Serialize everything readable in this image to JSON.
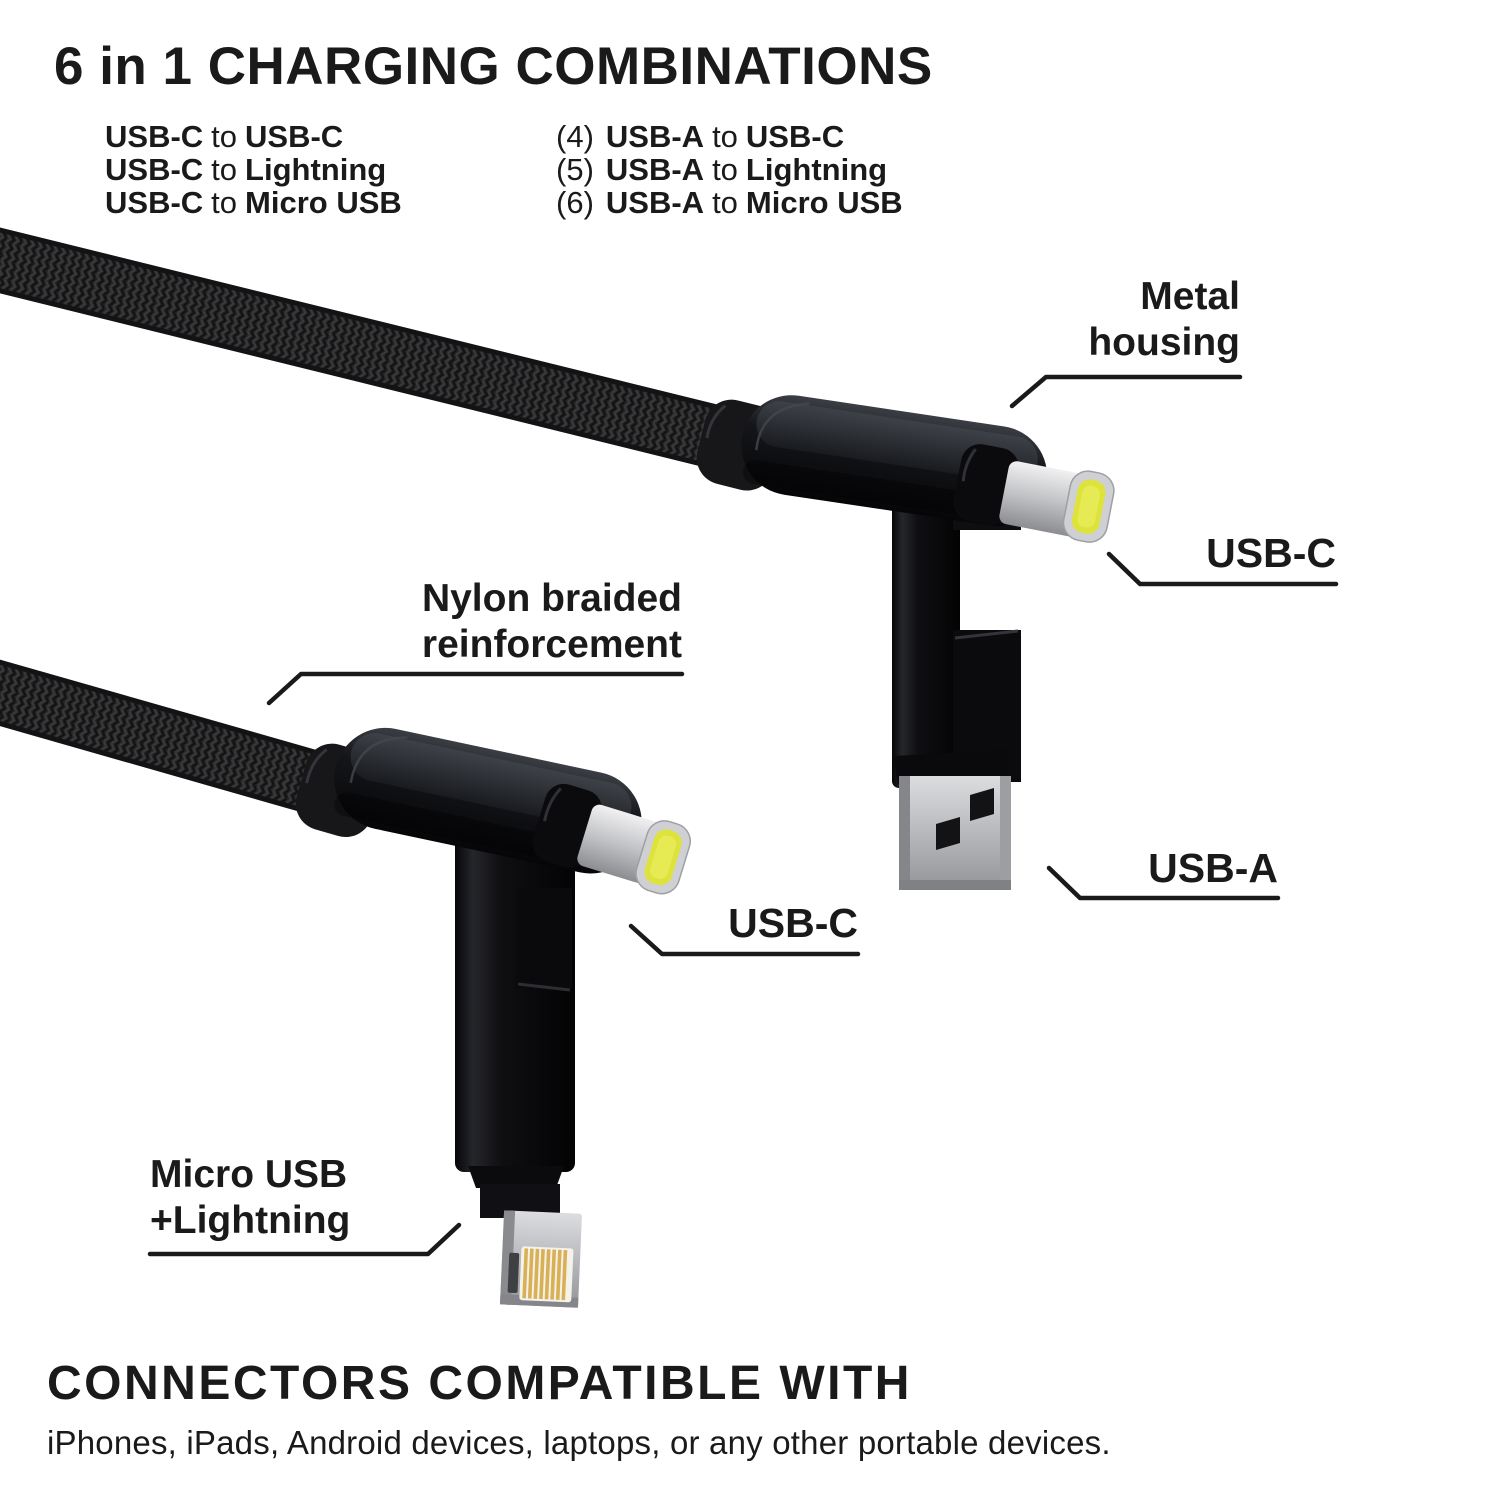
{
  "title": "6 in 1 CHARGING COMBINATIONS",
  "combinations": {
    "left": [
      [
        "USB-C",
        "to",
        "USB-C"
      ],
      [
        "USB-C",
        "to",
        "Lightning"
      ],
      [
        "USB-C",
        "to",
        "Micro USB"
      ]
    ],
    "right": [
      [
        "(4)",
        "USB-A",
        "to",
        "USB-C"
      ],
      [
        "(5)",
        "USB-A",
        "to",
        "Lightning"
      ],
      [
        "(6)",
        "USB-A",
        "to",
        "Micro USB"
      ]
    ]
  },
  "callouts": {
    "metal_housing": [
      "Metal",
      "housing"
    ],
    "usb_c_top": "USB-C",
    "usb_a": "USB-A",
    "nylon_braided": [
      "Nylon braided",
      "reinforcement"
    ],
    "usb_c_left": "USB-C",
    "micro_lightning": [
      "Micro USB",
      "+Lightning"
    ]
  },
  "footer": {
    "heading": "CONNECTORS COMPATIBLE WITH",
    "body": "iPhones, iPads, Android devices, laptops, or any other portable devices."
  },
  "colors": {
    "background": "#ffffff",
    "text": "#1a1a1a",
    "cable_black": "#161618",
    "connector_silver": "#c3c4c7",
    "usb_c_tip_yellow": "#dde23c",
    "lightning_gold": "#d9b055"
  }
}
